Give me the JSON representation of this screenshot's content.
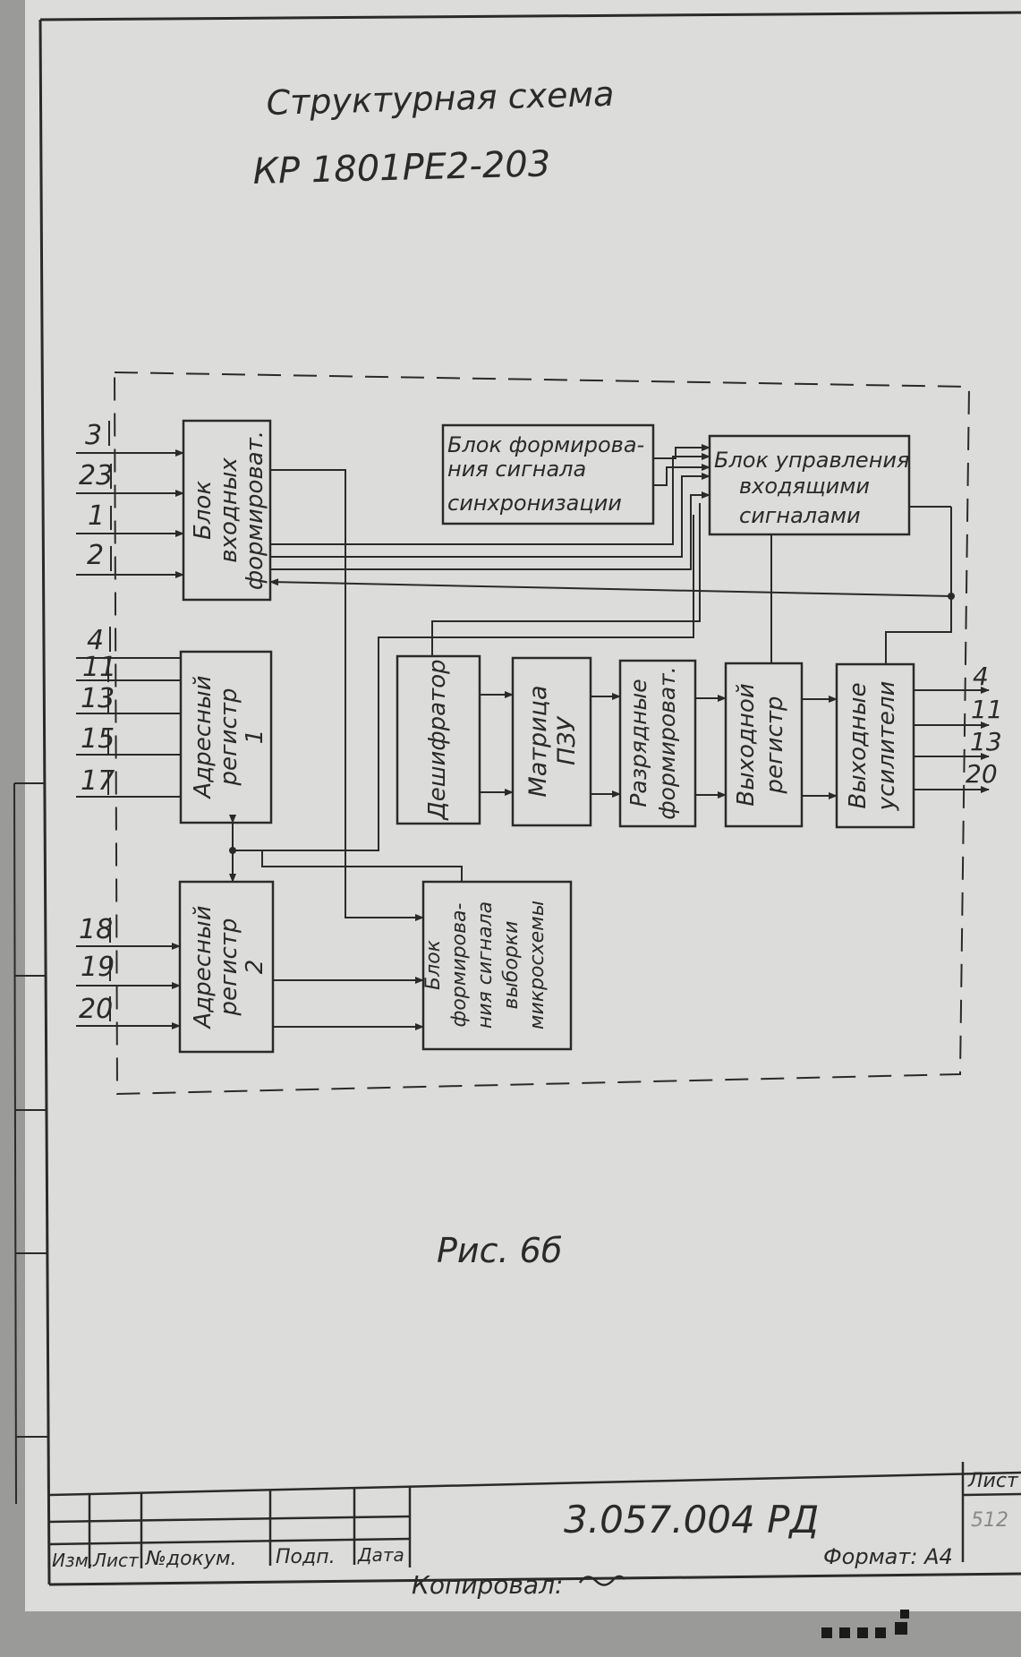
{
  "title": {
    "line1": "Структурная  схема",
    "line2": "КР 1801РЕ2-203"
  },
  "blocks": {
    "input_formers": [
      "Блок",
      "входных",
      "формироват."
    ],
    "sync_block": [
      "Блок формирова-",
      "ния сигнала",
      "синхронизации"
    ],
    "control_block": [
      "Блок управления",
      "входящими",
      "сигналами"
    ],
    "addr_reg1": [
      "Адресный",
      "регистр",
      "1"
    ],
    "addr_reg2": [
      "Адресный",
      "регистр",
      "2"
    ],
    "decoder": [
      "Дешифратор"
    ],
    "matrix": [
      "Матрица",
      "ПЗУ"
    ],
    "bit_formers": [
      "Разрядные",
      "формироват."
    ],
    "output_register": [
      "Выходной",
      "регистр"
    ],
    "output_amps": [
      "Выходные",
      "усилители"
    ],
    "chip_select_block": [
      "Блок",
      "формирова-",
      "ния сигнала",
      "выборки",
      "микросхемы"
    ]
  },
  "pins": {
    "input_formers": [
      "3",
      "23",
      "1",
      "2"
    ],
    "addr_reg1": [
      "4",
      "11",
      "13",
      "15",
      "17"
    ],
    "addr_reg2": [
      "18",
      "19",
      "20"
    ],
    "outputs": [
      "4",
      "11",
      "13",
      "20"
    ]
  },
  "caption": "Рис. 6б",
  "title_block": {
    "doc_code": "3.057.004 РД",
    "sheet_label": "Лист",
    "sheet_number": "512",
    "columns": [
      "Изм.",
      "Лист",
      "№докум.",
      "Подп.",
      "Дата"
    ],
    "copied_by": "Копировал:",
    "format": "Формат: А4"
  },
  "colors": {
    "paper": "#dcdcda",
    "ink": "#2a2a2a",
    "background": "#7d7d7b"
  }
}
